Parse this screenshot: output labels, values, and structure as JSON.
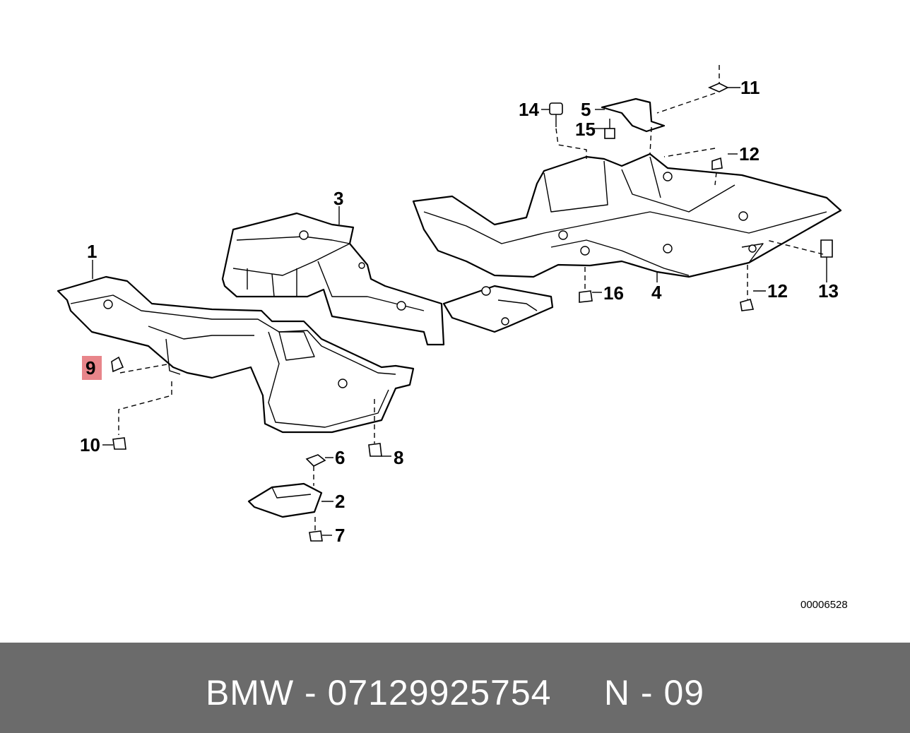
{
  "callouts": {
    "c1": "1",
    "c2": "2",
    "c3": "3",
    "c4": "4",
    "c5": "5",
    "c6": "6",
    "c7": "7",
    "c8": "8",
    "c9": "9",
    "c10": "10",
    "c11": "11",
    "c12a": "12",
    "c12b": "12",
    "c13": "13",
    "c14": "14",
    "c15": "15",
    "c16": "16"
  },
  "highlighted_callout": "9",
  "highlight_color": "#e8858a",
  "reference_code": "00006528",
  "footer": {
    "text": "BMW - 07129925754     N - 09",
    "background": "#6b6b6b",
    "text_color": "#ffffff"
  }
}
